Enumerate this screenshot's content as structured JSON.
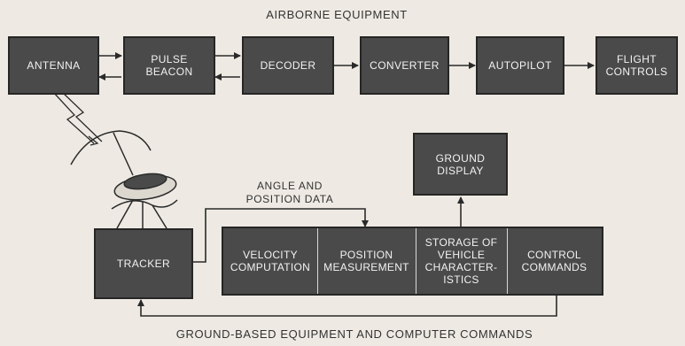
{
  "airborne": {
    "title": "AIRBORNE EQUIPMENT",
    "antenna": "ANTENNA",
    "pulse_beacon": "PULSE\nBEACON",
    "decoder": "DECODER",
    "converter": "CONVERTER",
    "autopilot": "AUTOPILOT",
    "flight_controls": "FLIGHT\nCONTROLS"
  },
  "ground": {
    "display": "GROUND\nDISPLAY",
    "angle_label": "ANGLE AND\nPOSITION DATA",
    "tracker": "TRACKER",
    "computer_cells": {
      "velocity": "VELOCITY\nCOMPUTATION",
      "position": "POSITION\nMEASUREMENT",
      "storage": "STORAGE OF\nVEHICLE\nCHARACTER-\nISTICS",
      "control": "CONTROL\nCOMMANDS"
    },
    "title": "GROUND-BASED EQUIPMENT AND COMPUTER COMMANDS"
  },
  "colors": {
    "background": "#eeeae3",
    "box_fill": "#4a4a4a",
    "line": "#2a2a2a"
  }
}
